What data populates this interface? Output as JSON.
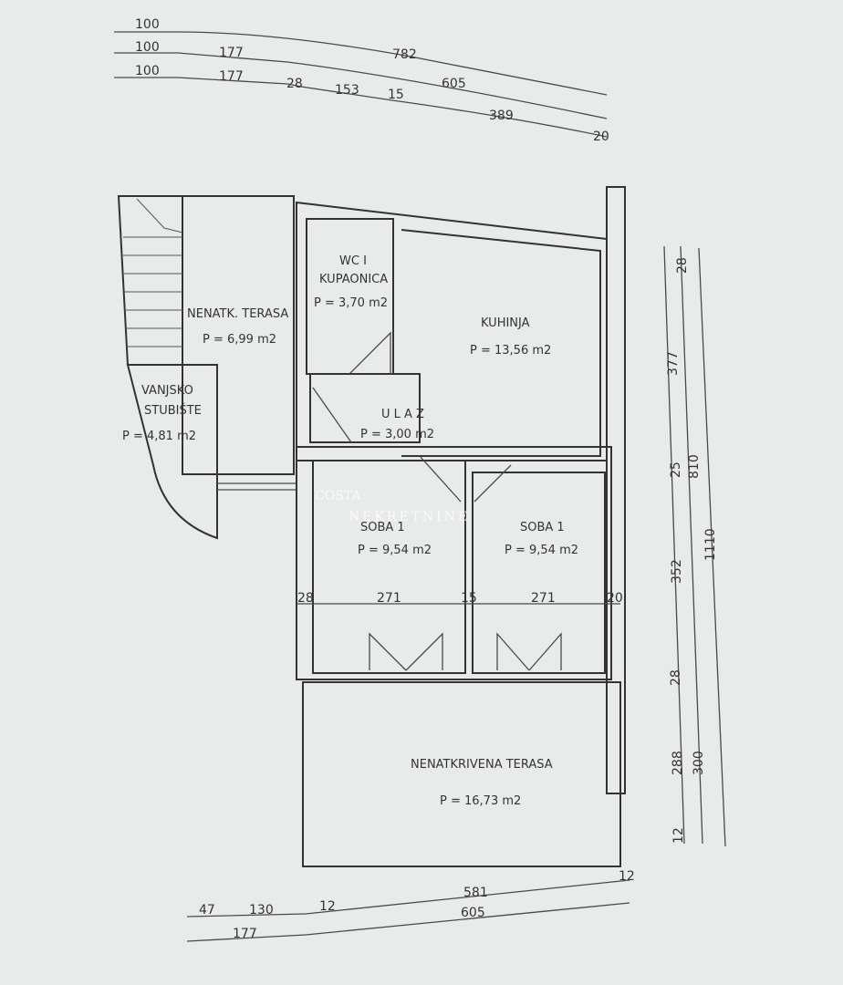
{
  "top_dimensions": {
    "row1": [
      "100",
      "782"
    ],
    "row2": [
      "100",
      "177",
      "605"
    ],
    "row3": [
      "100",
      "177",
      "28",
      "153",
      "15",
      "389",
      "20"
    ]
  },
  "rooms": {
    "terrace_upper": {
      "name": "NENATK. TERASA",
      "area": "P = 6,99 m2"
    },
    "stairs": {
      "name1": "VANJSKO",
      "name2": "STUBIŠTE",
      "area": "P = 4,81 m2"
    },
    "wc": {
      "name1": "WC I",
      "name2": "KUPAONICA",
      "area": "P = 3,70 m2"
    },
    "kitchen": {
      "name": "KUHINJA",
      "area": "P = 13,56 m2"
    },
    "entrance": {
      "name": "U L A Z",
      "area": "P = 3,00 m2"
    },
    "room1": {
      "name": "SOBA 1",
      "area": "P = 9,54 m2"
    },
    "room2": {
      "name": "SOBA 1",
      "area": "P = 9,54 m2"
    },
    "terrace_lower": {
      "name": "NENATKRIVENA TERASA",
      "area": "P = 16,73 m2"
    }
  },
  "interior_dimensions": [
    "28",
    "271",
    "15",
    "271",
    "20"
  ],
  "right_dimensions": {
    "inner": [
      "28",
      "377",
      "25",
      "352",
      "28",
      "288",
      "12"
    ],
    "middle": [
      "810",
      "300"
    ],
    "outer": [
      "1110"
    ]
  },
  "bottom_dimensions": {
    "row1": [
      "47",
      "130",
      "12",
      "581",
      "12"
    ],
    "row2": [
      "177",
      "605"
    ]
  },
  "watermark": {
    "brand": "COSTA",
    "sub": "NEKRETNINE"
  }
}
